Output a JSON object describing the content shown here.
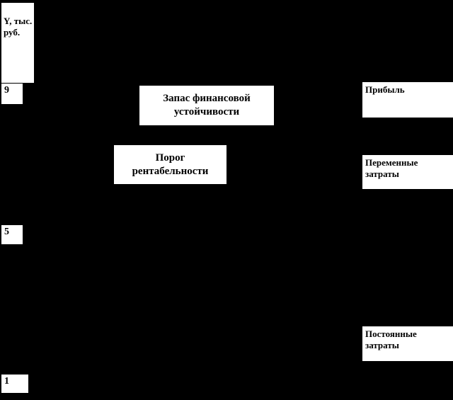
{
  "figure": {
    "background_color": "#000000",
    "box_color": "#ffffff",
    "text_color": "#000000"
  },
  "y_axis": {
    "unit_label_line1": "Y, тыс.",
    "unit_label_line2": "руб.",
    "ticks": [
      "9",
      "5",
      "1"
    ]
  },
  "annotations": {
    "financial_safety_margin": {
      "line1": "Запас финансовой",
      "line2": "устойчивости"
    },
    "profitability_threshold": {
      "line1": "Порог",
      "line2": "рентабельности"
    },
    "profit": "Прибыль",
    "variable_costs": {
      "line1": "Переменные",
      "line2": "затраты"
    },
    "fixed_costs": {
      "line1": "Постоянные",
      "line2": "затраты"
    }
  }
}
